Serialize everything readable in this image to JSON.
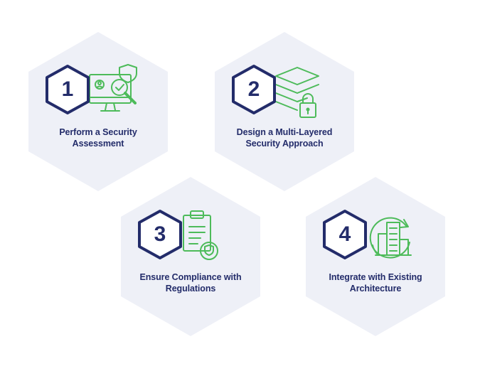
{
  "steps": [
    {
      "number": "1",
      "title_line1": "Perform a Security",
      "title_line2": "Assessment",
      "icon": "security-assessment-icon"
    },
    {
      "number": "2",
      "title_line1": "Design a Multi-Layered",
      "title_line2": "Security Approach",
      "icon": "layered-security-lock-icon"
    },
    {
      "number": "3",
      "title_line1": "Ensure Compliance with",
      "title_line2": "Regulations",
      "icon": "compliance-clipboard-shield-icon"
    },
    {
      "number": "4",
      "title_line1": "Integrate with Existing",
      "title_line2": "Architecture",
      "icon": "building-integration-cycle-icon"
    }
  ],
  "colors": {
    "hex_bg": "#eef0f7",
    "badge_stroke": "#232c6a",
    "text": "#232c6a",
    "icon_green": "#4dbb5a"
  }
}
